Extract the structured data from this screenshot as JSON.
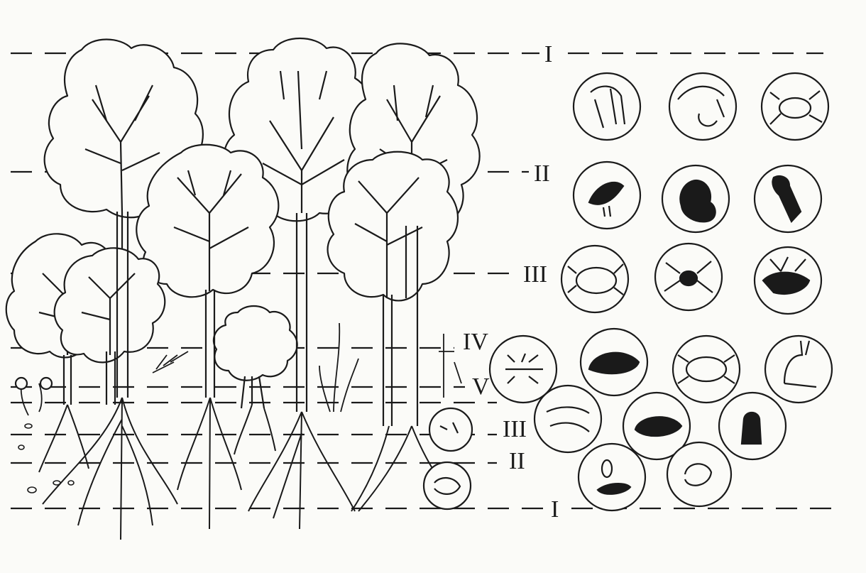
{
  "labels": {
    "above_I": "I",
    "above_II": "II",
    "above_III": "III",
    "above_IV": "IV",
    "above_V": "V",
    "below_III": "III",
    "below_II": "II",
    "below_I": "I"
  },
  "icons": {
    "above": [
      "caterpillar-icon",
      "moth-icon",
      "beetle-icon",
      "bird-icon",
      "squirrel-icon",
      "woodpecker-icon",
      "ground-beetle-icon",
      "spider-icon",
      "moose-icon"
    ],
    "ground": [
      "ant-icon",
      "hedgehog-icon",
      "colorado-beetle-icon",
      "hare-icon",
      "larvae-icon",
      "mole-icon",
      "mouse-icon",
      "worms-icon",
      "grub-icon"
    ]
  },
  "colors": {
    "ink": "#1a1a1a",
    "paper": "#fbfbf8"
  }
}
